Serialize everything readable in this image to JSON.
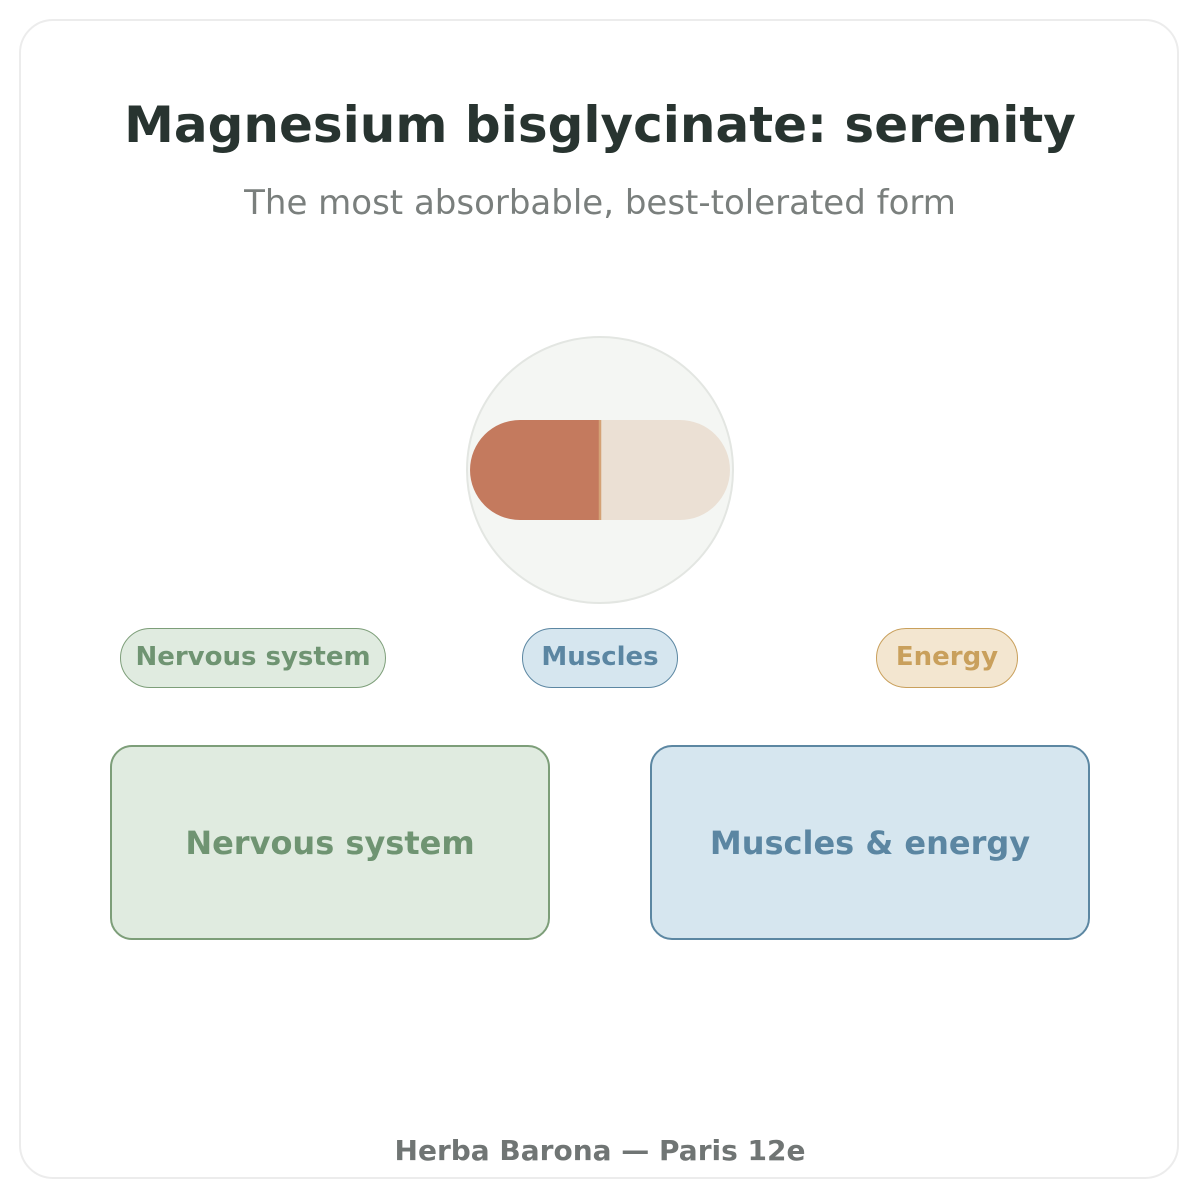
{
  "header": {
    "title": "Magnesium bisglycinate: serenity",
    "subtitle": "The most absorbable, best-tolerated form"
  },
  "capsule": {
    "icon": "capsule-icon",
    "colors": {
      "left_half": "#c47a5e",
      "right_half": "#ebe0d4",
      "divider": "#d4a276",
      "circle_fill": "#f4f6f3",
      "circle_stroke": "#e3e6e2"
    }
  },
  "tags": [
    {
      "label": "Nervous system",
      "color": "#7d9e79"
    },
    {
      "label": "Muscles",
      "color": "#5c87a2"
    },
    {
      "label": "Energy",
      "color": "#c9a05c"
    }
  ],
  "cards": [
    {
      "label": "Nervous system",
      "color": "#7d9e79"
    },
    {
      "label": "Muscles & energy",
      "color": "#5c87a2"
    }
  ],
  "footer": {
    "text": "Herba Barona — Paris 12e"
  }
}
